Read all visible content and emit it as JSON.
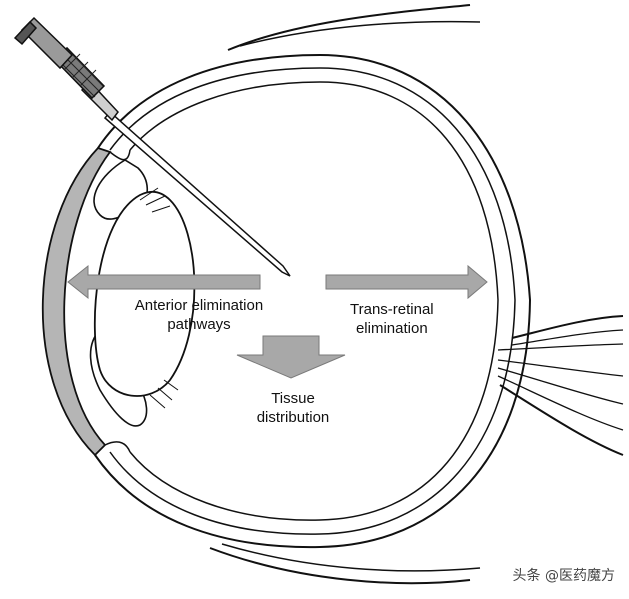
{
  "labels": {
    "anterior_line1": "Anterior elimination",
    "anterior_line2": "pathways",
    "retinal_line1": "Trans-retinal",
    "retinal_line2": "elimination",
    "tissue_line1": "Tissue",
    "tissue_line2": "distribution"
  },
  "watermark": "头条 @医药魔方",
  "colors": {
    "arrow_fill": "#a8a8a8",
    "arrow_stroke": "#7a7a7a",
    "cornea_fill": "#b5b5b5",
    "line": "#111111"
  }
}
